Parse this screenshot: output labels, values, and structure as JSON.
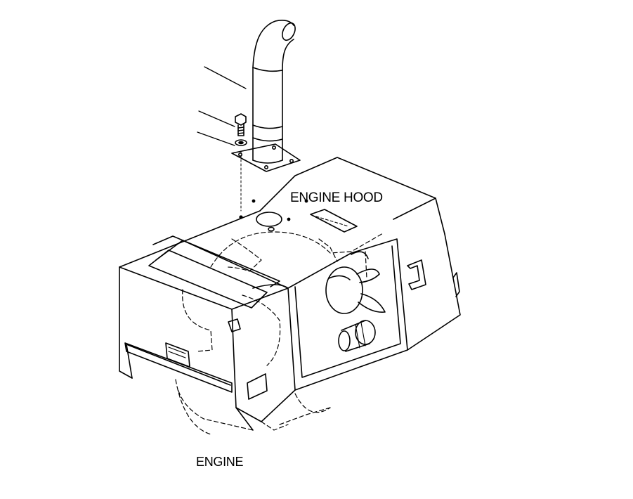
{
  "labels": {
    "engine_hood": "ENGINE HOOD",
    "engine": "ENGINE"
  },
  "colors": {
    "ink": "#000000",
    "paper": "#ffffff"
  },
  "parts": [
    "exhaust-pipe",
    "bolt",
    "washer",
    "engine-hood",
    "engine",
    "fan",
    "radiator",
    "handle",
    "inspection-cover"
  ]
}
